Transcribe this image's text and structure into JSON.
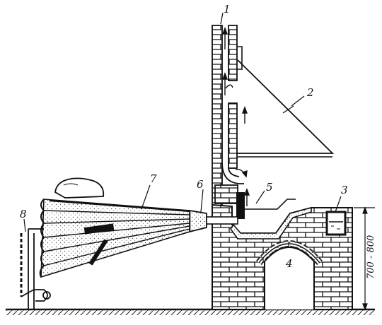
{
  "labels": {
    "chimney": "1",
    "hood": "2",
    "water_tank": "3",
    "firebox": "4",
    "hearth": "5",
    "nozzle": "6",
    "bellows": "7",
    "chain": "8"
  },
  "dimension": "700 - 800",
  "colors": {
    "ink": "#111111",
    "paper": "#ffffff",
    "stipple": "#bdbdbd"
  }
}
